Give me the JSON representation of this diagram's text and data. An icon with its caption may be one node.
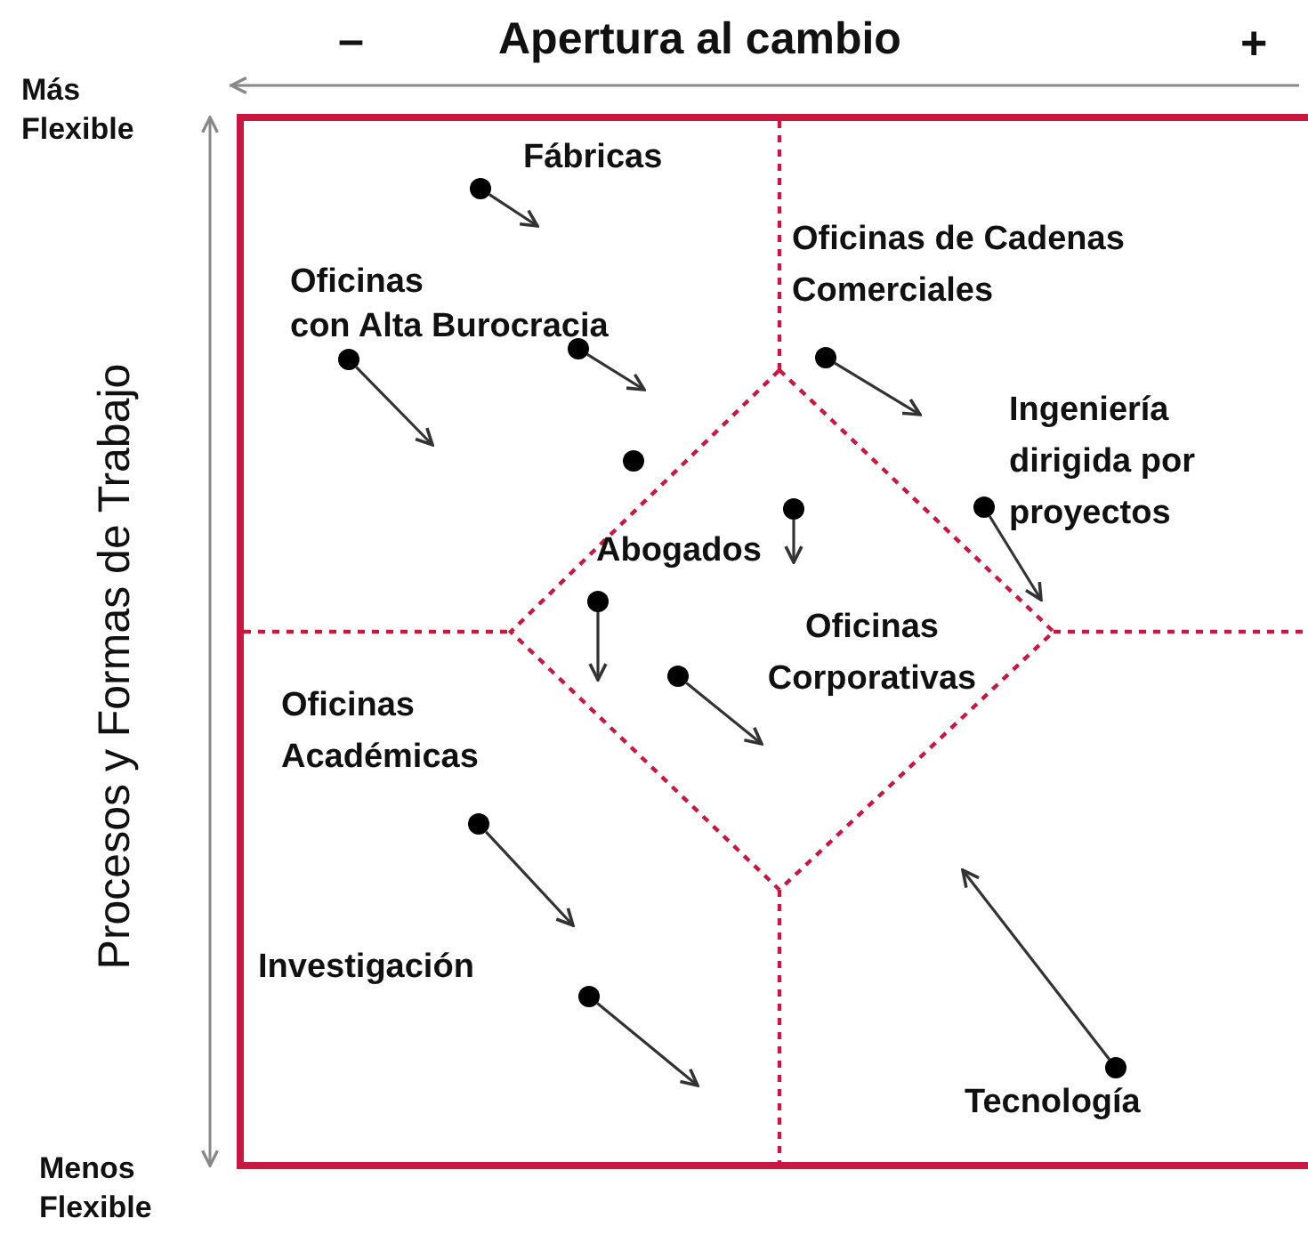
{
  "diagram": {
    "nodes": [
      {
        "text": [],
        "shape": "circle"
      },
      {
        "text": [],
        "shape": "circle"
      },
      {
        "text": [],
        "shape": "circle"
      },
      {
        "text": [],
        "shape": "circle"
      },
      {
        "text": [],
        "shape": "circle"
      },
      {
        "text": [],
        "shape": "circle"
      },
      {
        "text": [],
        "shape": "circle"
      },
      {
        "text": [],
        "shape": "circle"
      },
      {
        "text": [],
        "shape": "circle"
      },
      {
        "text": [],
        "shape": "circle"
      },
      {
        "text": [],
        "shape": "circle"
      },
      {
        "text": [],
        "shape": "circle"
      }
    ],
    "edges": [
      {
        "from": 0,
        "to": null,
        "arrow": "to"
      },
      {
        "from": 1,
        "to": null,
        "arrow": "to"
      },
      {
        "from": 2,
        "to": null,
        "arrow": "to"
      },
      {
        "from": 3,
        "to": null,
        "arrow": "to"
      },
      {
        "from": 5,
        "to": null,
        "arrow": "to"
      },
      {
        "from": 6,
        "to": null,
        "arrow": "to"
      },
      {
        "from": 7,
        "to": null,
        "arrow": "to"
      },
      {
        "from": 8,
        "to": null,
        "arrow": "to"
      },
      {
        "from": 9,
        "to": null,
        "arrow": "to"
      },
      {
        "from": 10,
        "to": null,
        "arrow": "to"
      },
      {
        "from": 11,
        "to": null,
        "arrow": "to"
      }
    ],
    "labels": [
      "–",
      "Apertura al cambio",
      "+",
      "Más Flexible",
      "Procesos y Formas de Trabajo",
      "Menos Flexible",
      "Fábricas",
      "Oficinas con Alta Burocracia",
      "Oficinas de Cadenas Comerciales",
      "Ingeniería dirigida por proyectos",
      "Abogados",
      "Oficinas Corporativas",
      "Oficinas Académicas",
      "Investigación",
      "Tecnología"
    ]
  }
}
